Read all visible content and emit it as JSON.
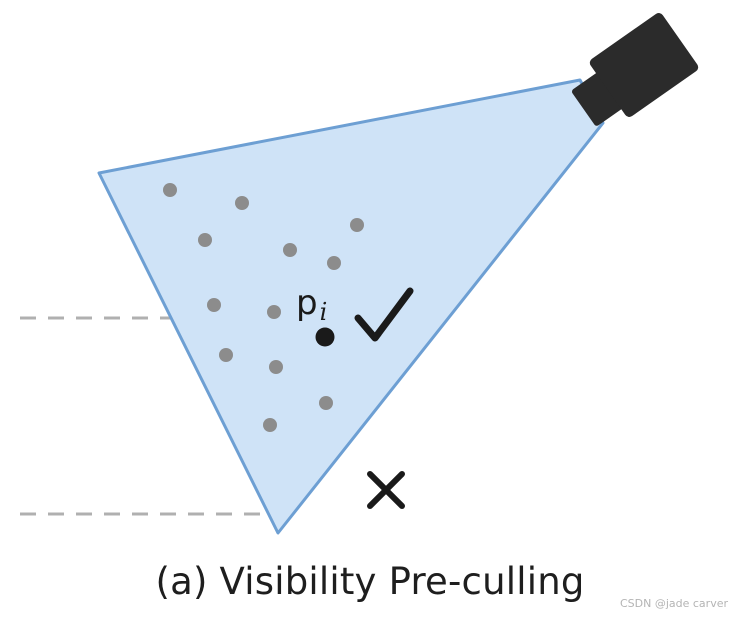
{
  "diagram": {
    "caption": "(a) Visibility Pre-culling",
    "point_label": "p",
    "point_subscript": "i",
    "visible_mark": "check",
    "culled_mark": "cross",
    "colors": {
      "frustum_fill": "#cfe3f7",
      "frustum_stroke": "#6d9fd3",
      "camera_body": "#2b2b2b",
      "points": "#8c8c8c",
      "key_point": "#1a1a1a",
      "guide_lines": "#b0b0b0",
      "marks": "#1a1a1a"
    }
  },
  "watermark": "CSDN @jade carver"
}
